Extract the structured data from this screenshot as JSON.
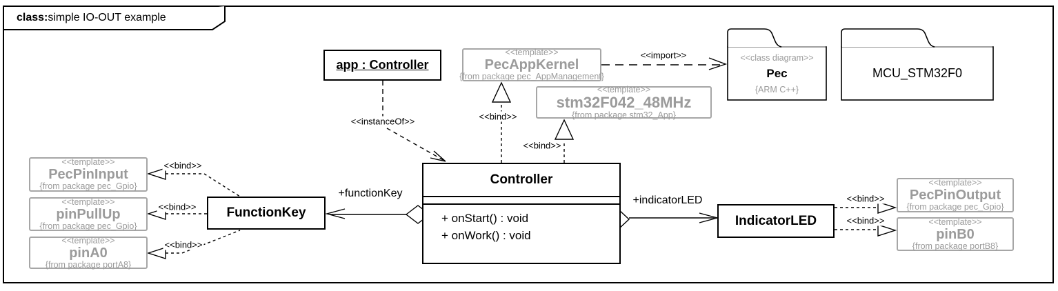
{
  "frame": {
    "keyword": "class:",
    "title": "simple IO-OUT example"
  },
  "nodes": {
    "app_controller": {
      "name": "app : Controller"
    },
    "pec_app_kernel": {
      "stereotype": "<<template>>",
      "name": "PecAppKernel",
      "from": "{from package pec_AppManagement}"
    },
    "stm32": {
      "stereotype": "<<template>>",
      "name": "stm32F042_48MHz",
      "from": "{from package stm32_App}"
    },
    "pec_package": {
      "stereotype": "<<class diagram>>",
      "name": "Pec",
      "note": "{ARM C++}"
    },
    "mcu_package": {
      "name": "MCU_STM32F0"
    },
    "controller": {
      "name": "Controller",
      "operations": [
        "+ onStart() : void",
        "+ onWork() : void"
      ]
    },
    "function_key": {
      "name": "FunctionKey"
    },
    "indicator_led": {
      "name": "IndicatorLED"
    },
    "pec_pin_input": {
      "stereotype": "<<template>>",
      "name": "PecPinInput",
      "from": "{from package pec_Gpio}"
    },
    "pin_pull_up": {
      "stereotype": "<<template>>",
      "name": "pinPullUp",
      "from": "{from package pec_Gpio}"
    },
    "pin_a0": {
      "stereotype": "<<template>>",
      "name": "pinA0",
      "from": "{from package portA8}"
    },
    "pec_pin_output": {
      "stereotype": "<<template>>",
      "name": "PecPinOutput",
      "from": "{from package pec_Gpio}"
    },
    "pin_b0": {
      "stereotype": "<<template>>",
      "name": "pinB0",
      "from": "{from package portB8}"
    }
  },
  "labels": {
    "instance_of": "<<instanceOf>>",
    "bind": "<<bind>>",
    "import": "<<import>>",
    "function_key_role": "+functionKey",
    "indicator_led_role": "+indicatorLED"
  },
  "colors": {
    "black": "#000000",
    "gray_text": "#9b9b9b",
    "gray_border": "#a6a6a6",
    "background": "#ffffff"
  }
}
